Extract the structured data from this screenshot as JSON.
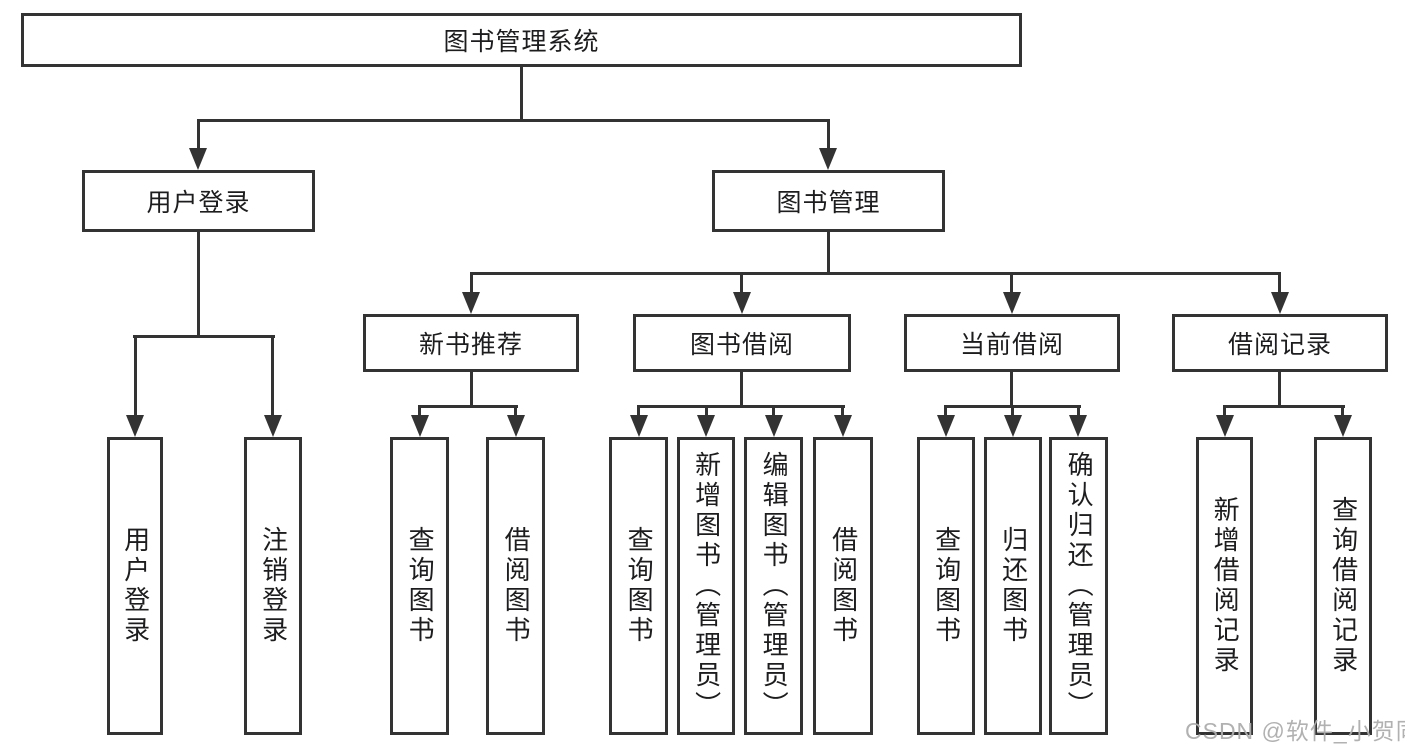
{
  "diagram_type": "hierarchy-tree",
  "colors": {
    "line": "#333333",
    "box_border": "#333333",
    "box_fill": "#ffffff",
    "text": "#1d1d1f",
    "watermark": "#adadad",
    "background": "#ffffff"
  },
  "tree": {
    "root": "图书管理系统",
    "children": [
      {
        "label": "用户登录",
        "leaves": [
          "用户登录",
          "注销登录"
        ]
      },
      {
        "label": "图书管理",
        "children": [
          {
            "label": "新书推荐",
            "leaves": [
              "查询图书",
              "借阅图书"
            ]
          },
          {
            "label": "图书借阅",
            "leaves": [
              "查询图书",
              "新增图书（管理员）",
              "编辑图书（管理员）",
              "借阅图书"
            ]
          },
          {
            "label": "当前借阅",
            "leaves": [
              "查询图书",
              "归还图书",
              "确认归还（管理员）"
            ]
          },
          {
            "label": "借阅记录",
            "leaves": [
              "新增借阅记录",
              "查询借阅记录"
            ]
          }
        ]
      }
    ]
  },
  "watermark": {
    "text": "CSDN @软件_小贺同学"
  }
}
